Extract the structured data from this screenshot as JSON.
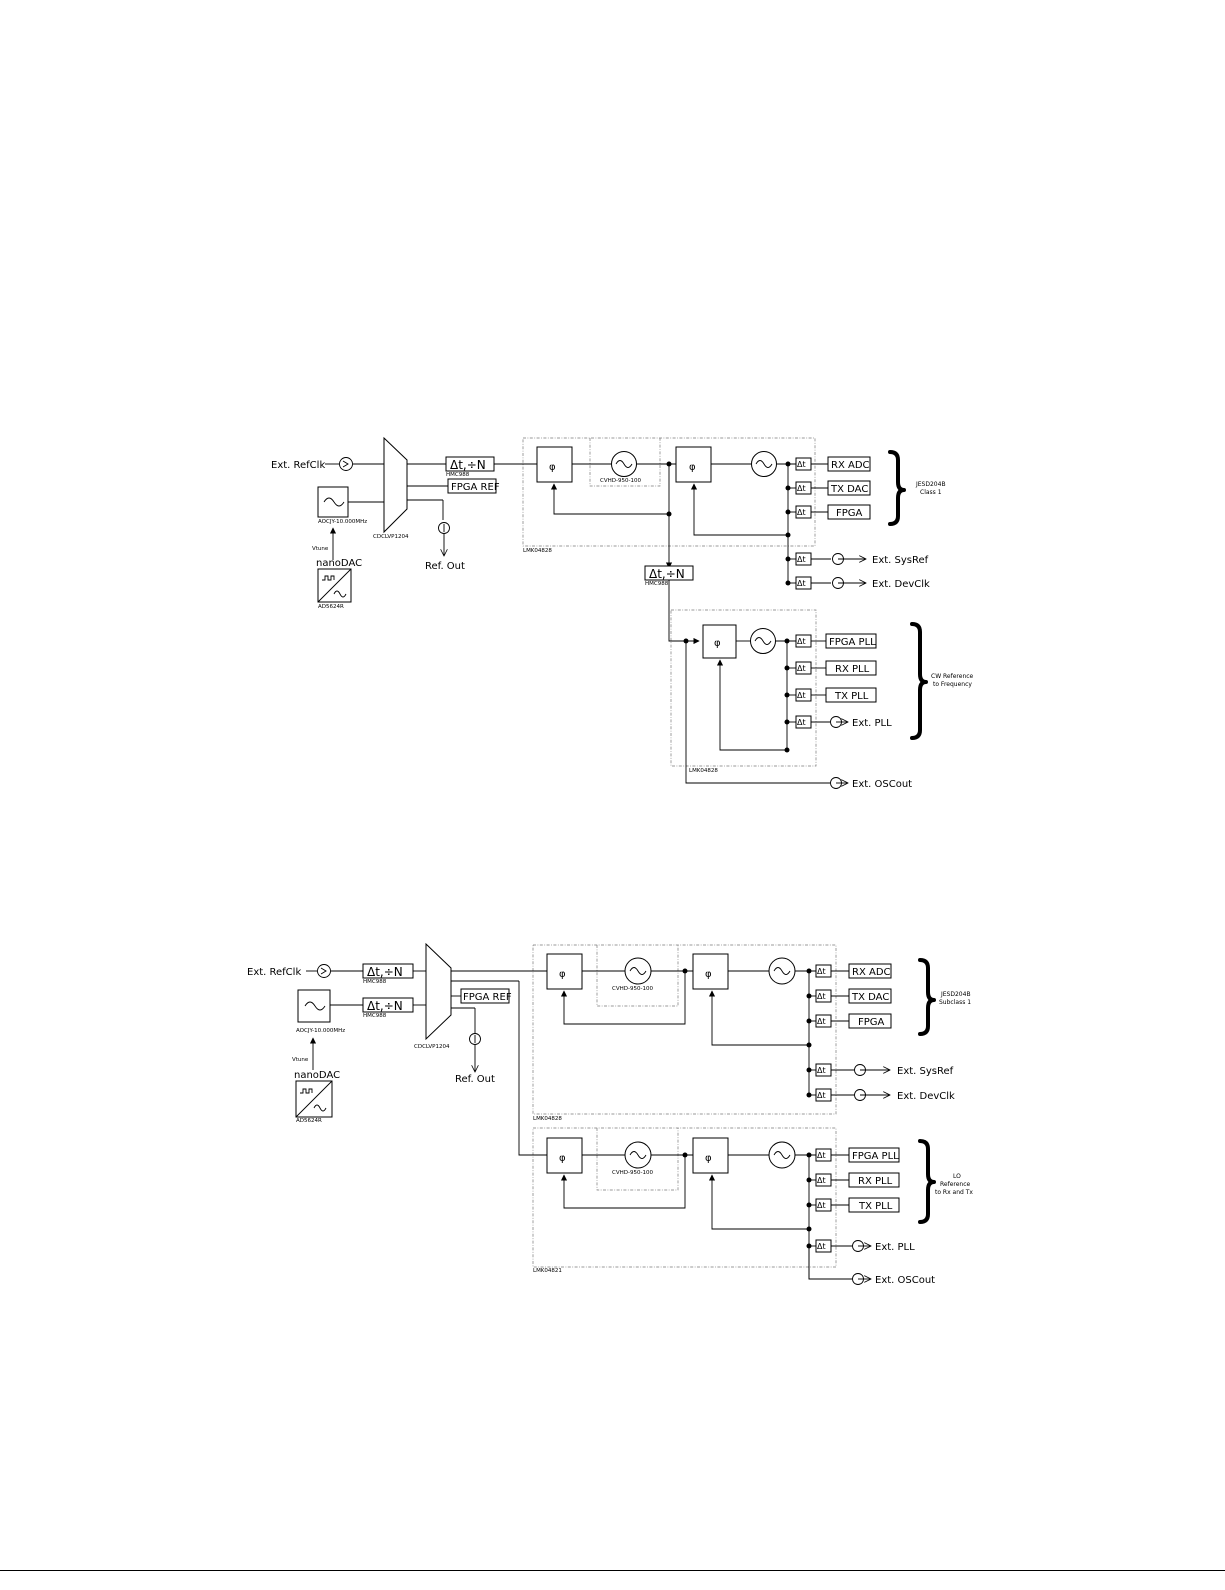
{
  "diagram1": {
    "ext_refclk": "Ext. RefClk",
    "ocxo": "AOCJY-10.000MHz",
    "vtune": "Vtune",
    "nanodac": "nanoDAC",
    "dac_part": "AD5624R",
    "fanout": "CDCLVP1204",
    "delay_div": "Δt,÷N",
    "hmc": "HMC988",
    "fpga_ref": "FPGA REF",
    "ref_out": "Ref. Out",
    "phi": "φ",
    "vcxo": "CVHD-950-100",
    "lmk_top": "LMK04828",
    "lmk_bottom": "LMK04828",
    "hmc2": "HMC988",
    "dt": "Δt",
    "outputs_top": [
      "RX ADC",
      "TX DAC",
      "FPGA"
    ],
    "ext_sysref": "Ext. SysRef",
    "ext_devclk": "Ext. DevClk",
    "jesd_line1": "JESD204B",
    "jesd_line2": "Class 1",
    "outputs_bottom": [
      "FPGA PLL",
      "RX PLL",
      "TX PLL"
    ],
    "ext_pll": "Ext. PLL",
    "ext_oscout": "Ext. OSCout",
    "cw_line1": "CW Reference",
    "cw_line2": "to Frequency"
  },
  "diagram2": {
    "ext_refclk": "Ext. RefClk",
    "delay_div": "Δt,÷N",
    "hmc_a": "HMC988",
    "hmc_b": "HMC988",
    "ocxo": "AOCJY-10.000MHz",
    "vtune": "Vtune",
    "nanodac": "nanoDAC",
    "dac_part": "AD5624R",
    "fanout": "CDCLVP1204",
    "fpga_ref": "FPGA REF",
    "ref_out": "Ref. Out",
    "phi": "φ",
    "vcxo_top": "CVHD-950-100",
    "vcxo_bottom": "CVHD-950-100",
    "lmk_top": "LMK04828",
    "lmk_bottom": "LMK04821",
    "dt": "Δt",
    "outputs_top": [
      "RX ADC",
      "TX DAC",
      "FPGA"
    ],
    "ext_sysref": "Ext. SysRef",
    "ext_devclk": "Ext. DevClk",
    "jesd_line1": "JESD204B",
    "jesd_line2": "Subclass 1",
    "outputs_bottom": [
      "FPGA PLL",
      "RX PLL",
      "TX PLL"
    ],
    "ext_pll": "Ext. PLL",
    "ext_oscout": "Ext. OSCout",
    "lo_line1": "LO",
    "lo_line2": "Reference",
    "lo_line3": "to Rx and Tx"
  }
}
